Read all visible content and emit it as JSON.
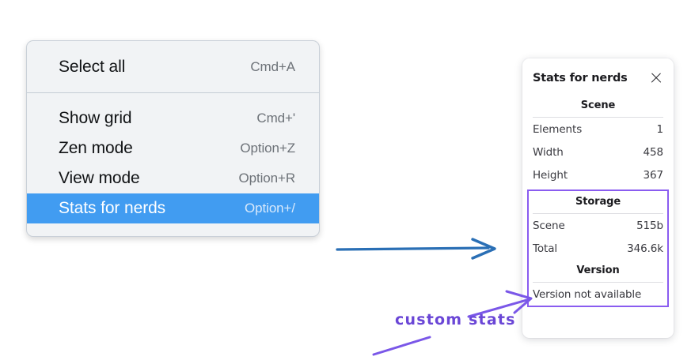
{
  "menu": {
    "groups": [
      {
        "items": [
          {
            "label": "Select all",
            "shortcut": "Cmd+A",
            "selected": false
          }
        ]
      },
      {
        "items": [
          {
            "label": "Show grid",
            "shortcut": "Cmd+'",
            "selected": false
          },
          {
            "label": "Zen mode",
            "shortcut": "Option+Z",
            "selected": false
          },
          {
            "label": "View mode",
            "shortcut": "Option+R",
            "selected": false
          },
          {
            "label": "Stats for nerds",
            "shortcut": "Option+/",
            "selected": true
          }
        ]
      }
    ],
    "highlight_color": "#419cf1"
  },
  "stats_panel": {
    "title": "Stats for nerds",
    "close_icon": "close-icon",
    "scene": {
      "heading": "Scene",
      "rows": [
        {
          "key": "Elements",
          "value": "1"
        },
        {
          "key": "Width",
          "value": "458"
        },
        {
          "key": "Height",
          "value": "367"
        }
      ]
    },
    "storage": {
      "heading": "Storage",
      "rows": [
        {
          "key": "Scene",
          "value": "515b"
        },
        {
          "key": "Total",
          "value": "346.6k"
        }
      ]
    },
    "version": {
      "heading": "Version",
      "note": "Version not available"
    },
    "highlight_border_color": "#8a5cf0"
  },
  "annotations": {
    "custom_stats_label": "custom stats",
    "blue_arrow_color": "#2a6fb5",
    "purple_arrow_color": "#7a57e8"
  }
}
